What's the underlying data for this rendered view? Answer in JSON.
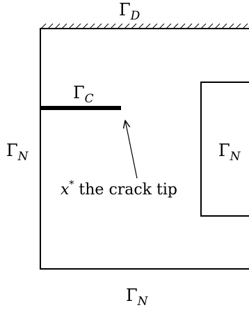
{
  "labels": {
    "gamma_d": {
      "symbol": "Γ",
      "sub": "D"
    },
    "gamma_c": {
      "symbol": "Γ",
      "sub": "C"
    },
    "gamma_n_left": {
      "symbol": "Γ",
      "sub": "N"
    },
    "gamma_n_right": {
      "symbol": "Γ",
      "sub": "N"
    },
    "gamma_n_bottom": {
      "symbol": "Γ",
      "sub": "N"
    },
    "crack_tip": {
      "var": "x",
      "sup": "*",
      "text": " the crack tip"
    }
  },
  "colors": {
    "stroke": "#000000",
    "background": "#ffffff"
  }
}
